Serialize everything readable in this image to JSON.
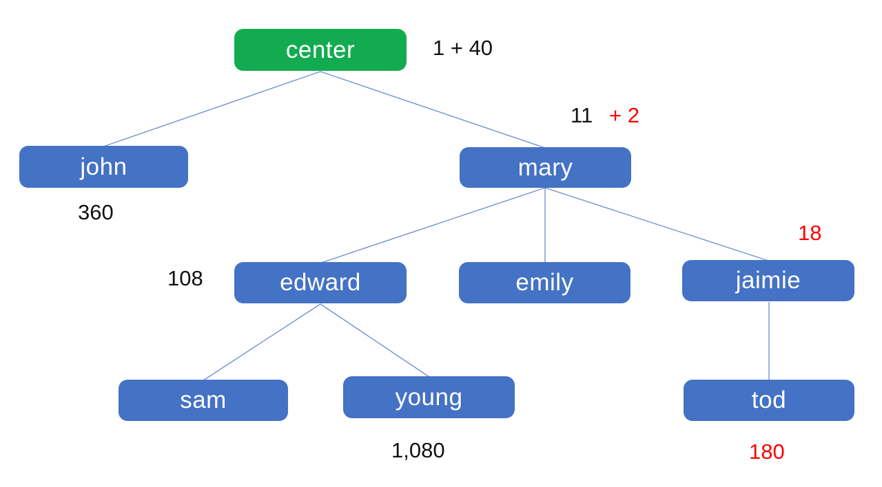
{
  "diagram": {
    "type": "tree",
    "colors": {
      "background": "#ffffff",
      "root_node_fill": "#12AB50",
      "node_fill": "#4472C4",
      "node_text": "#ffffff",
      "edge_line": "#7191d2",
      "annotation_black": "#111111",
      "annotation_red": "#ff0000"
    },
    "nodes": [
      {
        "id": "center",
        "label": "center",
        "level": 0,
        "parent": null,
        "style": "root"
      },
      {
        "id": "john",
        "label": "john",
        "level": 1,
        "parent": "center",
        "style": "default"
      },
      {
        "id": "mary",
        "label": "mary",
        "level": 1,
        "parent": "center",
        "style": "default"
      },
      {
        "id": "edward",
        "label": "edward",
        "level": 2,
        "parent": "mary",
        "style": "default"
      },
      {
        "id": "emily",
        "label": "emily",
        "level": 2,
        "parent": "mary",
        "style": "default"
      },
      {
        "id": "jaimie",
        "label": "jaimie",
        "level": 2,
        "parent": "mary",
        "style": "default"
      },
      {
        "id": "sam",
        "label": "sam",
        "level": 3,
        "parent": "edward",
        "style": "default"
      },
      {
        "id": "young",
        "label": "young",
        "level": 3,
        "parent": "edward",
        "style": "default"
      },
      {
        "id": "tod",
        "label": "tod",
        "level": 3,
        "parent": "jaimie",
        "style": "default"
      }
    ],
    "edges": [
      {
        "from": "center",
        "to": "john"
      },
      {
        "from": "center",
        "to": "mary"
      },
      {
        "from": "mary",
        "to": "edward"
      },
      {
        "from": "mary",
        "to": "emily"
      },
      {
        "from": "mary",
        "to": "jaimie"
      },
      {
        "from": "edward",
        "to": "sam"
      },
      {
        "from": "edward",
        "to": "young"
      },
      {
        "from": "jaimie",
        "to": "tod"
      }
    ],
    "annotations": [
      {
        "id": "center-sum",
        "near": "center",
        "text": "1 + 40",
        "color": "#111111"
      },
      {
        "id": "mary-base",
        "near": "mary",
        "text": "11",
        "color": "#111111"
      },
      {
        "id": "mary-add",
        "near": "mary",
        "text": "+ 2",
        "color": "#ff0000"
      },
      {
        "id": "john-value",
        "near": "john",
        "text": "360",
        "color": "#111111"
      },
      {
        "id": "edward-value",
        "near": "edward",
        "text": "108",
        "color": "#111111"
      },
      {
        "id": "jaimie-value",
        "near": "jaimie",
        "text": "18",
        "color": "#ff0000"
      },
      {
        "id": "young-value",
        "near": "young",
        "text": "1,080",
        "color": "#111111"
      },
      {
        "id": "tod-value",
        "near": "tod",
        "text": "180",
        "color": "#ff0000"
      }
    ]
  }
}
